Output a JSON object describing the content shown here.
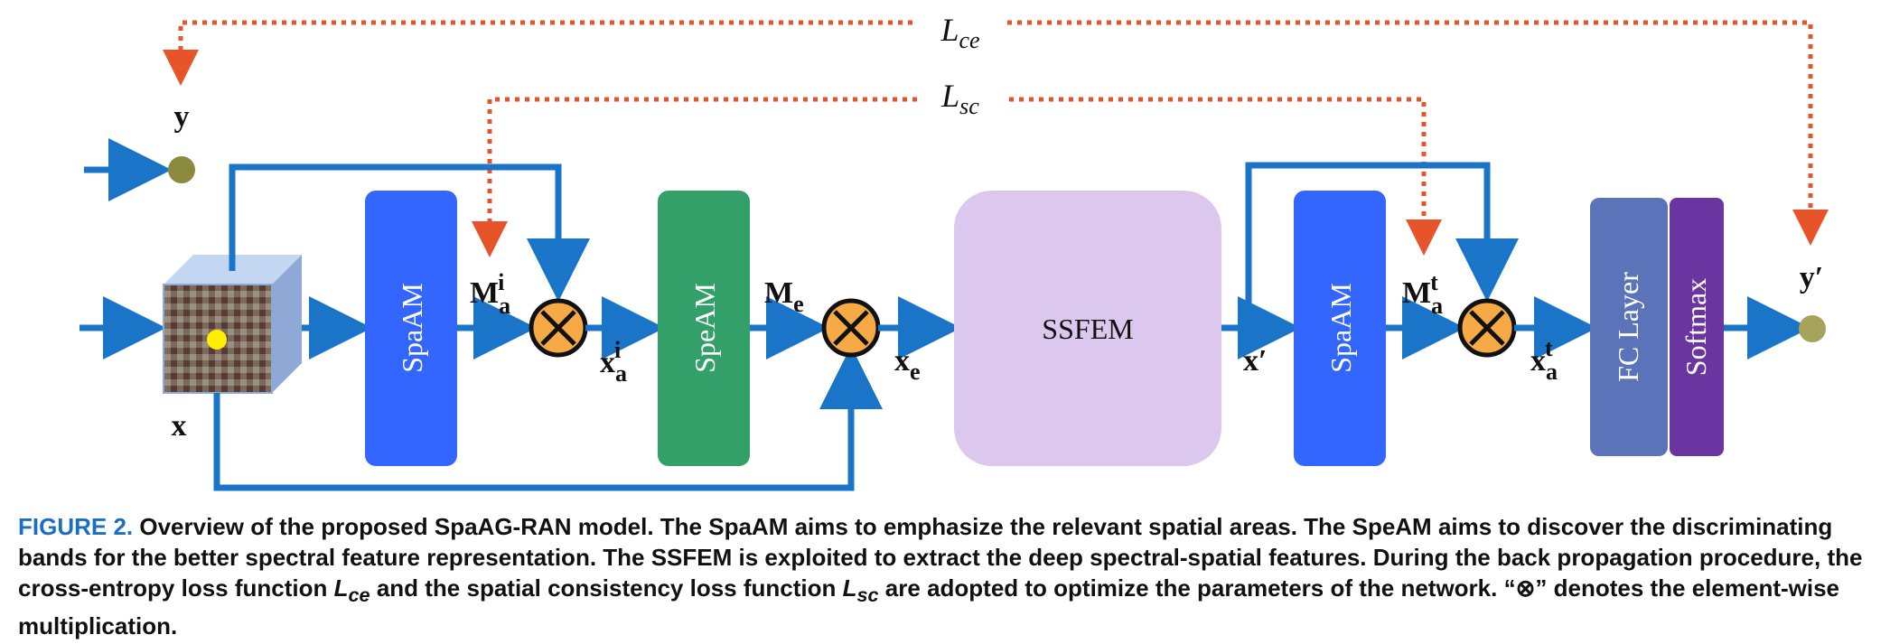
{
  "diagram": {
    "blocks": {
      "spaam1": "SpaAM",
      "speam": "SpeAM",
      "ssfem": "SSFEM",
      "spaam2": "SpaAM",
      "fc": "FC Layer",
      "softmax": "Softmax"
    },
    "symbols": {
      "y": "y",
      "x": "x",
      "ma_i_base": "M",
      "ma_i_sub": "a",
      "ma_i_sup": "i",
      "xa_i_base": "x",
      "xa_i_sub": "a",
      "xa_i_sup": "i",
      "me_base": "M",
      "me_sub": "e",
      "xe_base": "x",
      "xe_sub": "e",
      "x_prime": "x′",
      "ma_t_base": "M",
      "ma_t_sub": "a",
      "ma_t_sup": "t",
      "xa_t_base": "x",
      "xa_t_sub": "a",
      "xa_t_sup": "t",
      "y_prime": "y′"
    },
    "losses": {
      "ce_base": "L",
      "ce_sub": "ce",
      "sc_base": "L",
      "sc_sub": "sc"
    },
    "colors": {
      "arrow": "#1a75c9",
      "loss_line": "#e8542a",
      "spaam": "#3366ff",
      "speam": "#33a06a",
      "ssfem": "#dcc8ee",
      "fc": "#5b73b8",
      "softmax": "#6a35a0",
      "multiply": "#f5aa45",
      "dot": "#8b8a3c"
    }
  },
  "caption": {
    "label": "FIGURE 2.",
    "text_1": " Overview of the proposed SpaAG-RAN model. The SpaAM aims to emphasize the relevant spatial areas. The SpeAM aims to discover the discriminating bands for the better spectral feature representation. The SSFEM is exploited to extract the deep spectral-spatial features. During the back propagation procedure, the cross-entropy loss function ",
    "lce_base": "L",
    "lce_sub": "ce",
    "text_2": " and the spatial consistency loss function ",
    "lsc_base": "L",
    "lsc_sub": "sc",
    "text_3": " are adopted to optimize the parameters of the network. “⊗” denotes the element-wise multiplication."
  }
}
